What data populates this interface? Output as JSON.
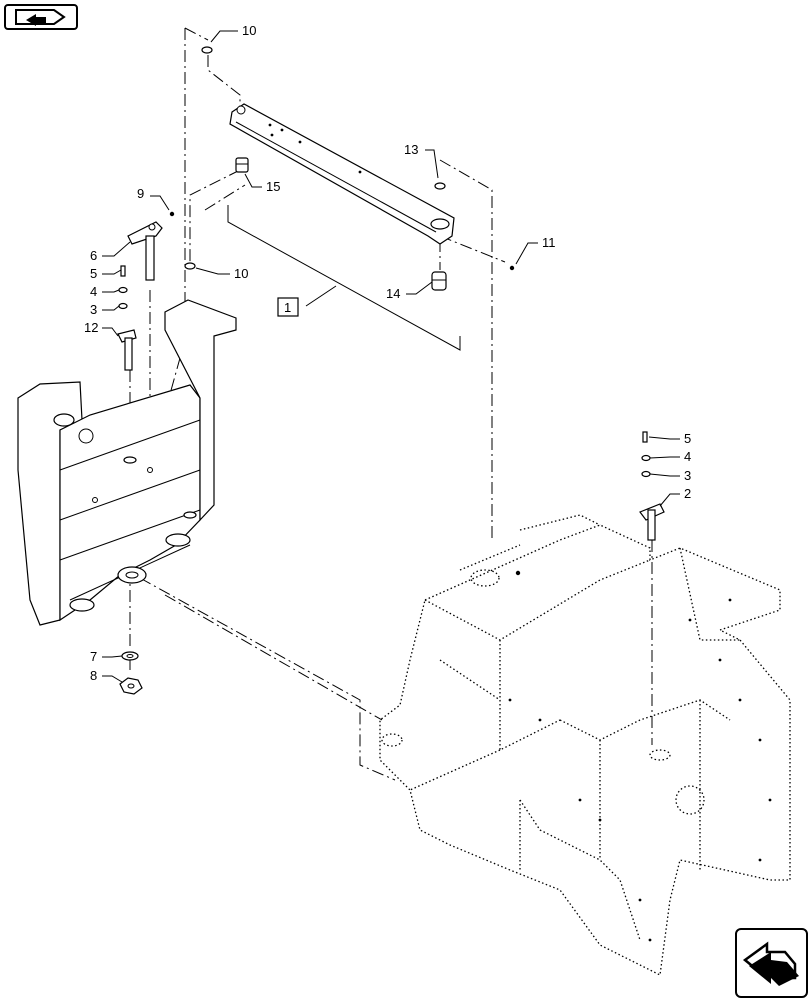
{
  "callouts": [
    {
      "id": "c10a",
      "label": "10"
    },
    {
      "id": "c13",
      "label": "13"
    },
    {
      "id": "c15",
      "label": "15"
    },
    {
      "id": "c9",
      "label": "9"
    },
    {
      "id": "c6",
      "label": "6"
    },
    {
      "id": "c5a",
      "label": "5"
    },
    {
      "id": "c4a",
      "label": "4"
    },
    {
      "id": "c3a",
      "label": "3"
    },
    {
      "id": "c12",
      "label": "12"
    },
    {
      "id": "c10b",
      "label": "10"
    },
    {
      "id": "c11",
      "label": "11"
    },
    {
      "id": "c14",
      "label": "14"
    },
    {
      "id": "c1",
      "label": "1"
    },
    {
      "id": "c5b",
      "label": "5"
    },
    {
      "id": "c4b",
      "label": "4"
    },
    {
      "id": "c3b",
      "label": "3"
    },
    {
      "id": "c2",
      "label": "2"
    },
    {
      "id": "c7",
      "label": "7"
    },
    {
      "id": "c8",
      "label": "8"
    }
  ],
  "icons": {
    "nav_top": "previous-page-icon",
    "nav_bottom": "next-page-icon"
  }
}
